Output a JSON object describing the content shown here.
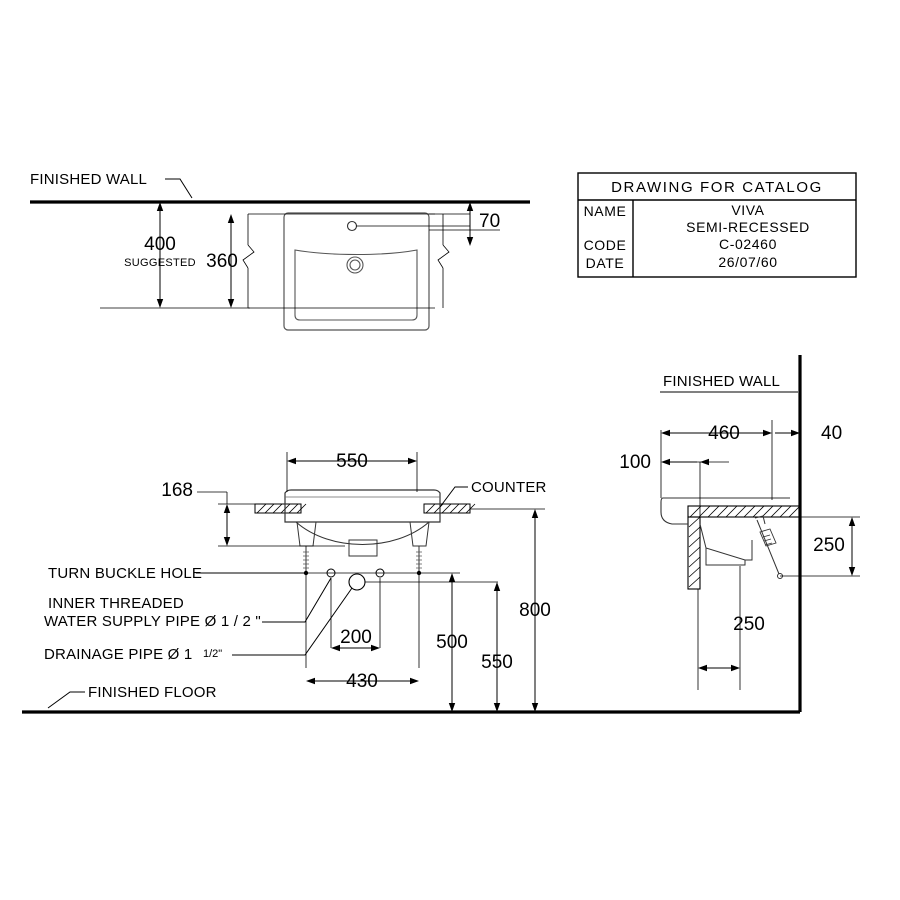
{
  "drawing": {
    "title_block": {
      "header": "DRAWING  FOR  CATALOG",
      "rows": [
        {
          "key": "NAME",
          "value_line1": "VIVA",
          "value_line2": "SEMI-RECESSED"
        },
        {
          "key": "CODE",
          "value_line1": "C-02460"
        },
        {
          "key": "DATE",
          "value_line1": "26/07/60"
        }
      ]
    },
    "elevation_view": {
      "wall_label": "FINISHED WALL",
      "dims": [
        {
          "name": "height-to-rim",
          "value": "400",
          "note": "SUGGESTED"
        },
        {
          "name": "height-to-bowl",
          "value": "360"
        },
        {
          "name": "rim-offset",
          "value": "70"
        }
      ]
    },
    "section_view": {
      "counter_label": "COUNTER",
      "floor_label": "FINISHED FLOOR",
      "callouts": [
        {
          "name": "turn-buckle-hole",
          "text": "TURN BUCKLE HOLE"
        },
        {
          "name": "water-supply-pipe",
          "line1": "INNER THREADED",
          "line2": "WATER SUPPLY PIPE Ø 1 / 2 \""
        },
        {
          "name": "drainage-pipe",
          "text": "DRAINAGE PIPE Ø 1",
          "fraction": "1/2\""
        }
      ],
      "dims": [
        {
          "name": "basin-width",
          "value": "550"
        },
        {
          "name": "basin-depth-front",
          "value": "168"
        },
        {
          "name": "supply-spacing",
          "value": "200"
        },
        {
          "name": "buckle-spacing",
          "value": "430"
        },
        {
          "name": "supply-height",
          "value": "500"
        },
        {
          "name": "drain-height",
          "value": "550"
        },
        {
          "name": "counter-height",
          "value": "800"
        }
      ]
    },
    "side_view": {
      "wall_label": "FINISHED WALL",
      "dims": [
        {
          "name": "counter-depth",
          "value": "460"
        },
        {
          "name": "wall-recess",
          "value": "40"
        },
        {
          "name": "bracket-offset",
          "value": "100"
        },
        {
          "name": "bowl-depth",
          "value": "250"
        },
        {
          "name": "bracket-height",
          "value": "250"
        }
      ]
    },
    "colors": {
      "line": "#000000",
      "thin": "#1a1a1a",
      "basin": "#444444"
    }
  }
}
